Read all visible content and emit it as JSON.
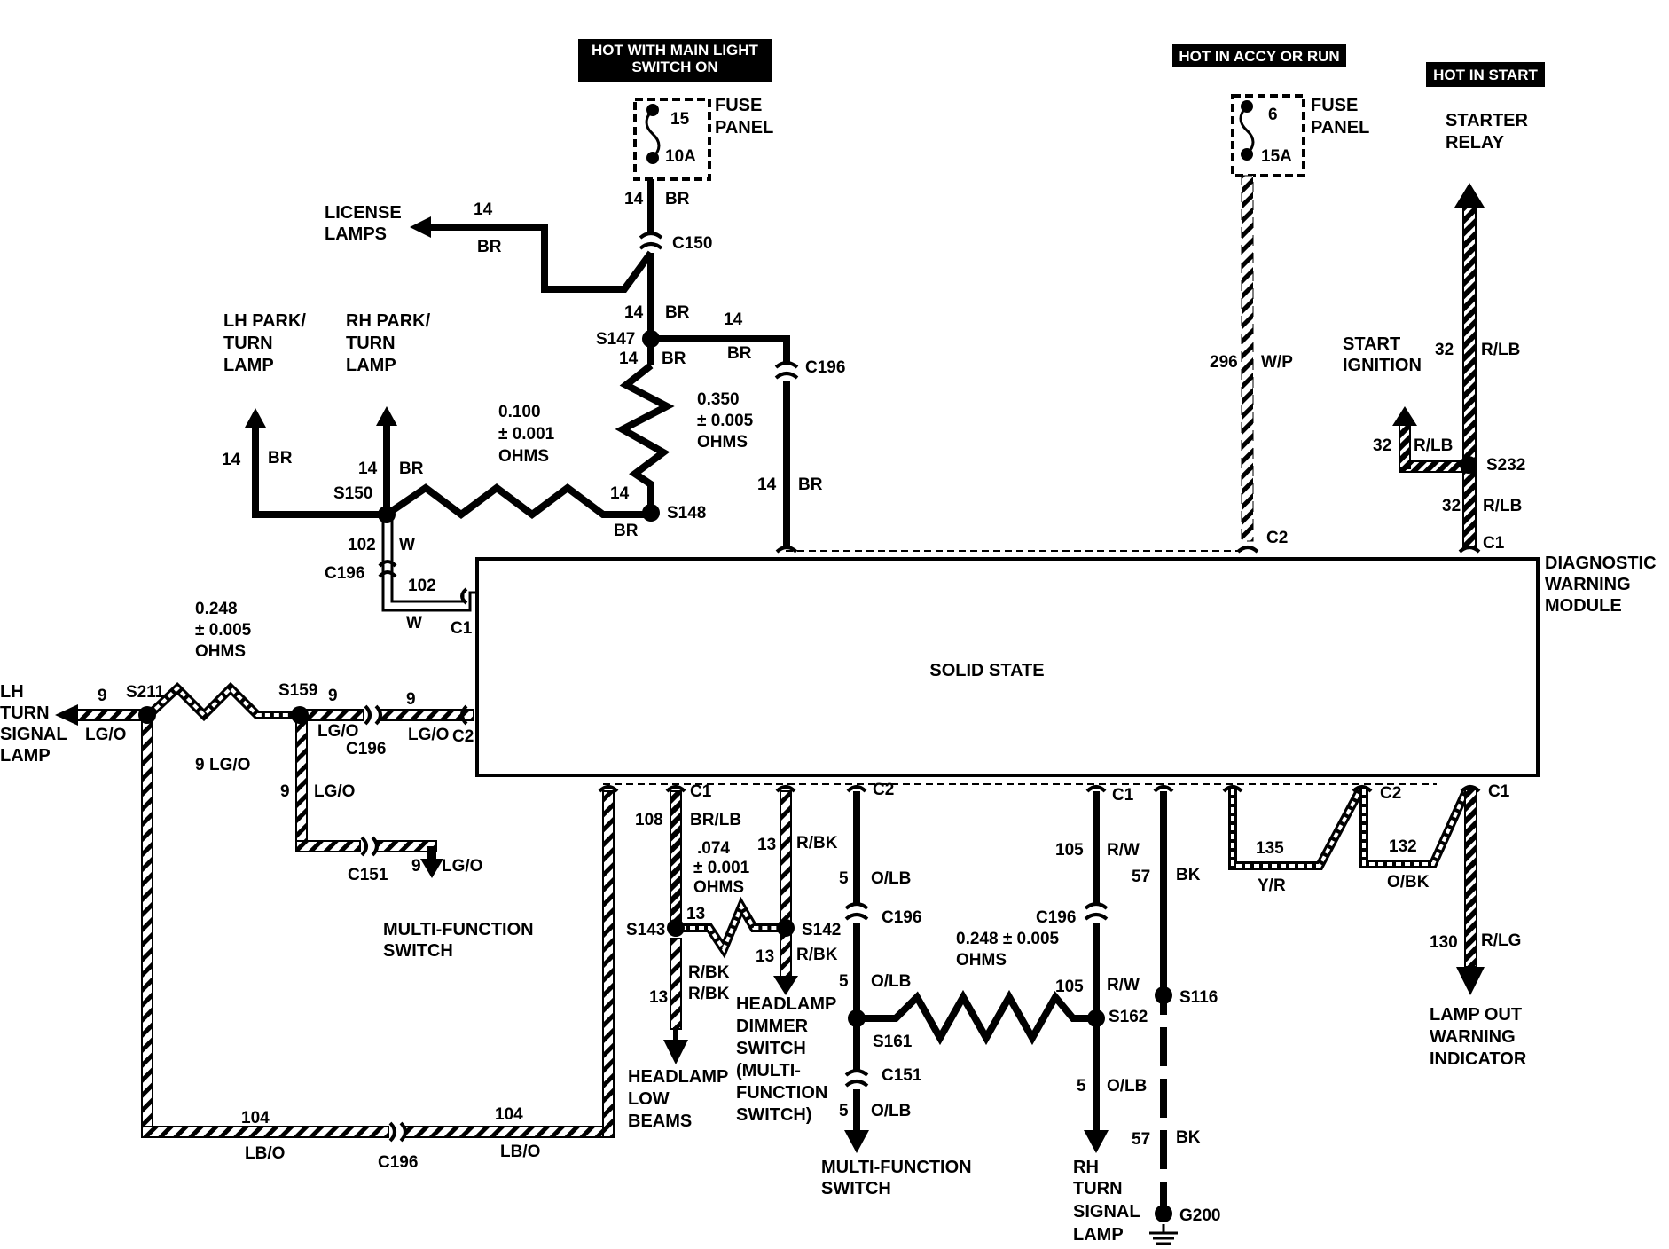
{
  "banners": {
    "main_light": [
      "HOT WITH MAIN LIGHT",
      "SWITCH ON"
    ],
    "accy_run": "HOT IN ACCY OR RUN",
    "start": "HOT IN START"
  },
  "fuses": {
    "left": {
      "number": "15",
      "rating": "10A",
      "label": [
        "FUSE",
        "PANEL"
      ]
    },
    "right": {
      "number": "6",
      "rating": "15A",
      "label": [
        "FUSE",
        "PANEL"
      ]
    }
  },
  "module": {
    "center": "SOLID STATE",
    "name": [
      "DIAGNOSTIC",
      "WARNING",
      "MODULE"
    ]
  },
  "destinations": {
    "license": [
      "LICENSE",
      "LAMPS"
    ],
    "lh_park": [
      "LH PARK/",
      "TURN",
      "LAMP"
    ],
    "rh_park": [
      "RH PARK/",
      "TURN",
      "LAMP"
    ],
    "starter": [
      "STARTER",
      "RELAY"
    ],
    "start_ign": [
      "START",
      "IGNITION"
    ],
    "lh_turn": [
      "LH",
      "TURN",
      "SIGNAL",
      "LAMP"
    ],
    "mfs_upper": [
      "MULTI-FUNCTION",
      "SWITCH"
    ],
    "low_beams": [
      "HEADLAMP",
      "LOW",
      "BEAMS"
    ],
    "dimmer": [
      "HEADLAMP",
      "DIMMER",
      "SWITCH",
      "(MULTI-",
      "FUNCTION",
      "SWITCH)"
    ],
    "mfs_lower": [
      "MULTI-FUNCTION",
      "SWITCH"
    ],
    "rh_turn": [
      "RH",
      "TURN",
      "SIGNAL",
      "LAMP"
    ],
    "lamp_out": [
      "LAMP OUT",
      "WARNING",
      "INDICATOR"
    ]
  },
  "resistors": {
    "r0350": [
      "0.350",
      "± 0.005",
      "OHMS"
    ],
    "r0100": [
      "0.100",
      "± 0.001",
      "OHMS"
    ],
    "r0248a": [
      "0.248",
      "± 0.005",
      "OHMS"
    ],
    "r074": [
      ".074",
      "± 0.001",
      "OHMS"
    ],
    "r0248b": [
      "0.248 ± 0.005",
      "OHMS"
    ]
  },
  "splices": {
    "S147": "S147",
    "S148": "S148",
    "S150": "S150",
    "S211": "S211",
    "S159": "S159",
    "S143": "S143",
    "S142": "S142",
    "S161": "S161",
    "S162": "S162",
    "S116": "S116",
    "S232": "S232",
    "G200": "G200"
  },
  "connectors": {
    "C150": "C150",
    "C196a": "C196",
    "C196b": "C196",
    "C196c": "C196",
    "C196d": "C196",
    "C196e": "C196",
    "C196f": "C196",
    "C151a": "C151",
    "C151b": "C151",
    "C1_left": "C1",
    "C2_left": "C2",
    "C2_top": "C2",
    "C1_top": "C1",
    "C1_b1": "C1",
    "C2_b1": "C2",
    "C1_b2": "C1",
    "C2_b2": "C2",
    "C1_b3": "C1"
  },
  "wires": {
    "w14_br": [
      "14",
      "BR"
    ],
    "w102_w": [
      "102",
      "W"
    ],
    "w296_wp": [
      "296",
      "W/P"
    ],
    "w32_rlb": [
      "32",
      "R/LB"
    ],
    "w9_lgo": [
      "9",
      "LG/O"
    ],
    "w104_lbo": [
      "104",
      "LB/O"
    ],
    "w108_brlb": [
      "108",
      "BR/LB"
    ],
    "w13_rbk": [
      "13",
      "R/BK"
    ],
    "w5_olb": [
      "5",
      "O/LB"
    ],
    "w105_rw": [
      "105",
      "R/W"
    ],
    "w57_bk": [
      "57",
      "BK"
    ],
    "w135_yr": [
      "135",
      "Y/R"
    ],
    "w132_obk": [
      "132",
      "O/BK"
    ],
    "w130_rlg": [
      "130",
      "R/LG"
    ]
  }
}
